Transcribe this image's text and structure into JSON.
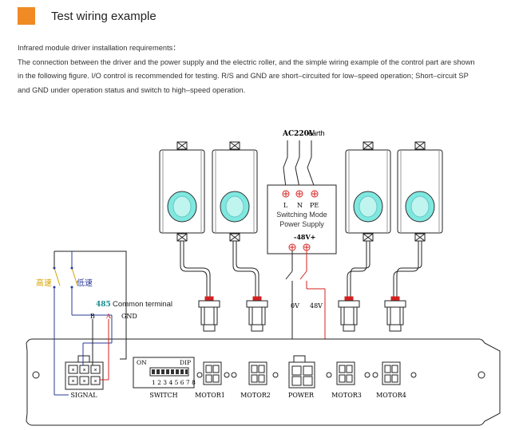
{
  "header": {
    "title": "Test wiring example",
    "accent": "#f08a24"
  },
  "description": {
    "heading": "Infrared module driver installation requirements：",
    "line1": "The connection between the driver and the power supply and the electric roller, and the simple wiring example of the control part are shown",
    "line2": "in the following figure. I/O control is recommended for testing. R/S and GND are short–circuited for low–speed operation; Short–circuit SP",
    "line3": "and GND under operation status and switch to high–speed operation."
  },
  "diagram": {
    "ac_label": "AC220V",
    "earth_label": "earth",
    "psu_terminals": [
      "L",
      "N",
      "PE"
    ],
    "psu_title_line1": "Switching Mode",
    "psu_title_line2": "Power Supply",
    "dc_label": "-48V+",
    "ov_label": "0V",
    "v48_label": "48V",
    "high_speed": "高速",
    "low_speed": "低速",
    "num_485": "485",
    "common_terminal": "Common terminal",
    "pin_b": "B",
    "pin_a": "A",
    "pin_gnd": "GND",
    "dip_on": "ON",
    "dip_label": "DIP",
    "dip_numbers": "1 2 3 4 5 6 7 8",
    "ports": [
      "SIGNAL",
      "SWITCH",
      "MOTOR1",
      "MOTOR2",
      "POWER",
      "MOTOR3",
      "MOTOR4"
    ],
    "colors": {
      "blue": "#2a3a9a",
      "red": "#d42020",
      "teal": "#1a8c8c",
      "glow": "#7fe8e0"
    }
  }
}
